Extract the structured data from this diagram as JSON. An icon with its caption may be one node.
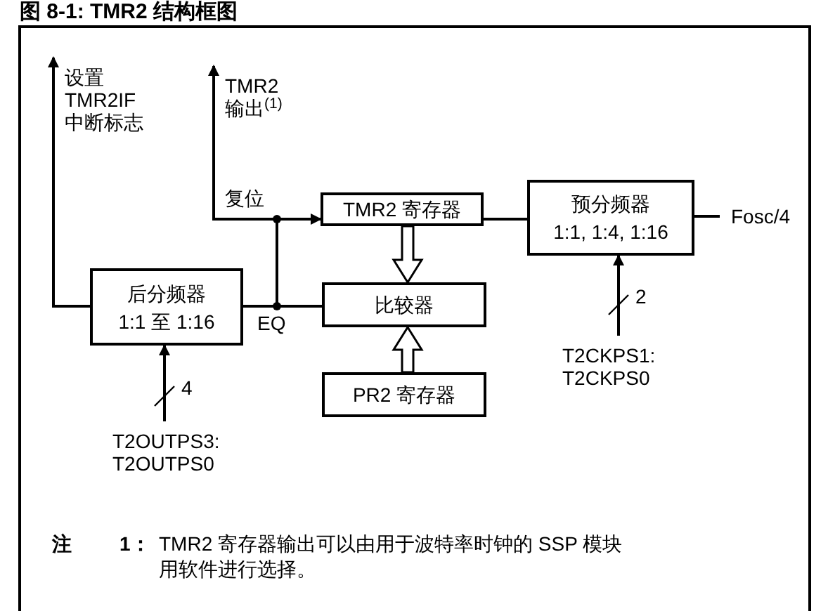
{
  "diagram": {
    "title": "图 8-1: TMR2 结构框图",
    "nodes": [
      {
        "text": [
          "TMR2 输出$^{(1)}$"
        ]
      },
      {
        "text": [
          "设置 TMR2IF 中断标志"
        ]
      },
      {
        "text": [
          "TMR2 寄存器"
        ]
      },
      {
        "text": [
          "预分频器",
          "1:1, 1:4, 1:16"
        ]
      },
      {
        "text": [
          "Fosc/4"
        ]
      },
      {
        "text": [
          "后分频器",
          "1:1 至 1:16"
        ]
      },
      {
        "text": [
          "比较器"
        ]
      },
      {
        "text": [
          "PR2 寄存器"
        ]
      },
      {
        "text": [
          "T2OUTPS3: T2OUTPS0"
        ]
      },
      {
        "text": [
          "T2CKPS1: T2CKPS0"
        ]
      }
    ],
    "edges": [
      {
        "from": 6,
        "to": 5,
        "arrow": "none"
      },
      {
        "from": 6,
        "to": 2,
        "arrow": "to",
        "label": "复位"
      },
      {
        "from": 6,
        "to": 0,
        "arrow": "to"
      },
      {
        "from": 5,
        "to": 1,
        "arrow": "to"
      },
      {
        "from": 4,
        "to": 3,
        "arrow": "none"
      },
      {
        "from": 3,
        "to": 2,
        "arrow": "none"
      },
      {
        "from": 2,
        "to": 6,
        "arrow": "to",
        "style": "thick"
      },
      {
        "from": 7,
        "to": 6,
        "arrow": "to",
        "style": "thick"
      },
      {
        "from": 8,
        "to": 5,
        "arrow": "to"
      },
      {
        "from": 9,
        "to": 3,
        "arrow": "to"
      }
    ],
    "labels": [
      "EQ",
      "4",
      "2",
      "注",
      "1：",
      "TMR2 寄存器输出可以由用于波特率时钟的 SSP 模块用软件进行选择。"
    ]
  }
}
